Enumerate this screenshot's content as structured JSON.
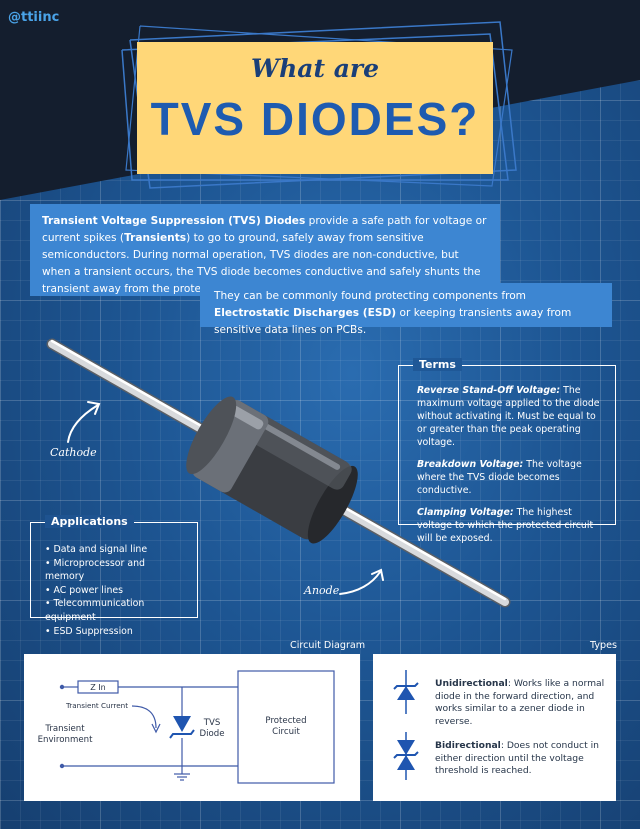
{
  "brand": "@ttiinc",
  "title": {
    "line1": "What are",
    "line2": "TVS DIODES?"
  },
  "intro": {
    "p1_term1": "Transient Voltage Suppression (TVS) Diodes",
    "p1_text1": " provide a safe path for voltage or current spikes (",
    "p1_term2": "Transients",
    "p1_text2": ") to go to ground, safely away from sensitive semiconductors. During normal operation, TVS diodes are non-conductive, but when a transient occurs, the TVS diode becomes conductive and safely shunts the transient away from the protected circuit.",
    "p2_text1": "They can be commonly found protecting components from ",
    "p2_term": "Electrostatic Discharges (ESD)",
    "p2_text2": " or keeping transients away from sensitive data lines on PCBs."
  },
  "diode_labels": {
    "cathode": "Cathode",
    "anode": "Anode"
  },
  "terms": {
    "title": "Terms",
    "items": [
      {
        "term": "Reverse Stand-Off Voltage:",
        "def": " The maximum voltage applied to the diode without activating it. Must be equal to or greater than the peak operating voltage."
      },
      {
        "term": "Breakdown Voltage:",
        "def": " The voltage where the TVS diode becomes conductive."
      },
      {
        "term": "Clamping Voltage:",
        "def": " The highest voltage to which the protected circuit will be exposed."
      }
    ]
  },
  "applications": {
    "title": "Applications",
    "items": [
      "Data and signal line",
      "Microprocessor and memory",
      "AC power lines",
      "Telecommunication equipment",
      "ESD Suppression"
    ]
  },
  "circuit": {
    "label": "Circuit Diagram",
    "zin": "Z In",
    "transient_current": "Transient Current",
    "environment": "Transient Environment",
    "tvs": "TVS Diode",
    "protected": "Protected Circuit"
  },
  "types": {
    "label": "Types",
    "items": [
      {
        "name": "Unidirectional",
        "desc": ": Works like a normal diode in the forward direction, and works similar to a zener diode in reverse."
      },
      {
        "name": "Bidirectional",
        "desc": ": Does not conduct in either direction until the voltage threshold is reached."
      }
    ]
  },
  "colors": {
    "background": "#1c4e86",
    "banner": "#ffd778",
    "accent_blue": "#3d86d2",
    "title_blue": "#1e5bb0"
  }
}
